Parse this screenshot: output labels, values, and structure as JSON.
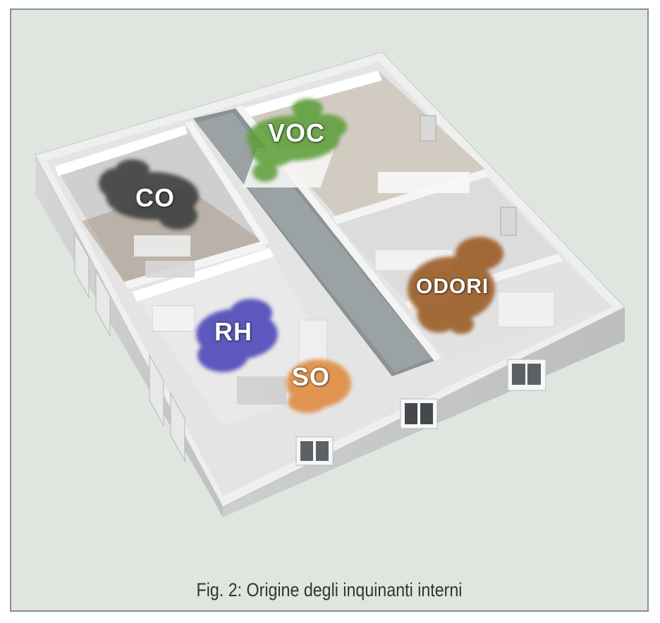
{
  "figure": {
    "caption": "Fig. 2: Origine degli inquinanti interni"
  },
  "pollutants": [
    {
      "label": "VOC",
      "color": "#5f9f3a"
    },
    {
      "label": "CO",
      "color": "#3a3c3a"
    },
    {
      "label": "RH",
      "color": "#4a45b8"
    },
    {
      "label": "SO",
      "color": "#e08a3c"
    },
    {
      "label": "ODORI",
      "color": "#9a5a22"
    }
  ],
  "colors": {
    "background": "#dfe6df",
    "wall_top": "#f1f1f1",
    "wall_outer": "#c9c9cb",
    "floor": "#e6e6e6",
    "corridor": "#8a9294"
  }
}
